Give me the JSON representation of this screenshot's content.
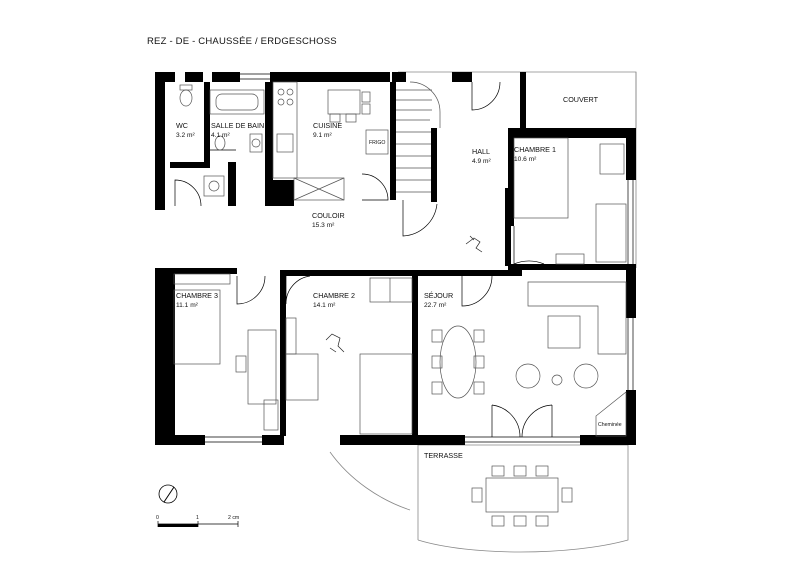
{
  "title": "REZ - DE - CHAUSSÉE / ERDGESCHOSS",
  "area_unit": "m²",
  "rooms": [
    {
      "key": "wc",
      "name": "WC",
      "area": "3.2"
    },
    {
      "key": "bain",
      "name": "SALLE DE BAIN",
      "area": "4.1"
    },
    {
      "key": "cuisine",
      "name": "CUISINE",
      "area": "9.1"
    },
    {
      "key": "hall",
      "name": "HALL",
      "area": "4.9"
    },
    {
      "key": "ch1",
      "name": "CHAMBRE 1",
      "area": "10.6"
    },
    {
      "key": "couloir",
      "name": "COULOIR",
      "area": "15.3"
    },
    {
      "key": "ch3",
      "name": "CHAMBRE 3",
      "area": "11.1"
    },
    {
      "key": "ch2",
      "name": "CHAMBRE 2",
      "area": "14.1"
    },
    {
      "key": "sejour",
      "name": "SÉJOUR",
      "area": "22.7"
    }
  ],
  "labels": {
    "couvert": "COUVERT",
    "terrasse": "TERRASSE",
    "frigo": "FRIGO",
    "cheminee": "Cheminée"
  },
  "scale_bar": {
    "ticks": [
      "0",
      "1",
      "2 cm"
    ]
  }
}
